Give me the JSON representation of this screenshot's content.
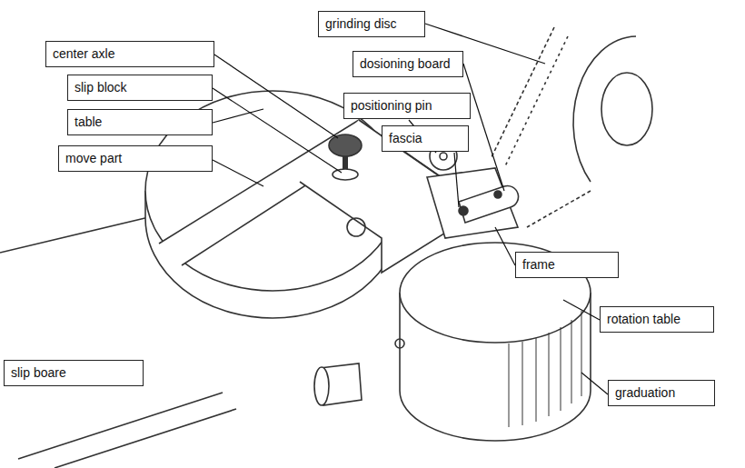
{
  "diagram": {
    "nodes": [
      {
        "text": [
          "grinding disc"
        ]
      },
      {
        "text": [
          "center axle"
        ]
      },
      {
        "text": [
          "dosioning board"
        ]
      },
      {
        "text": [
          "slip block"
        ]
      },
      {
        "text": [
          "positioning pin"
        ]
      },
      {
        "text": [
          "table"
        ]
      },
      {
        "text": [
          "fascia"
        ]
      },
      {
        "text": [
          "move part"
        ]
      },
      {
        "text": [
          "frame"
        ]
      },
      {
        "text": [
          "rotation table"
        ]
      },
      {
        "text": [
          "slip boare"
        ]
      },
      {
        "text": [
          "graduation"
        ]
      }
    ]
  }
}
